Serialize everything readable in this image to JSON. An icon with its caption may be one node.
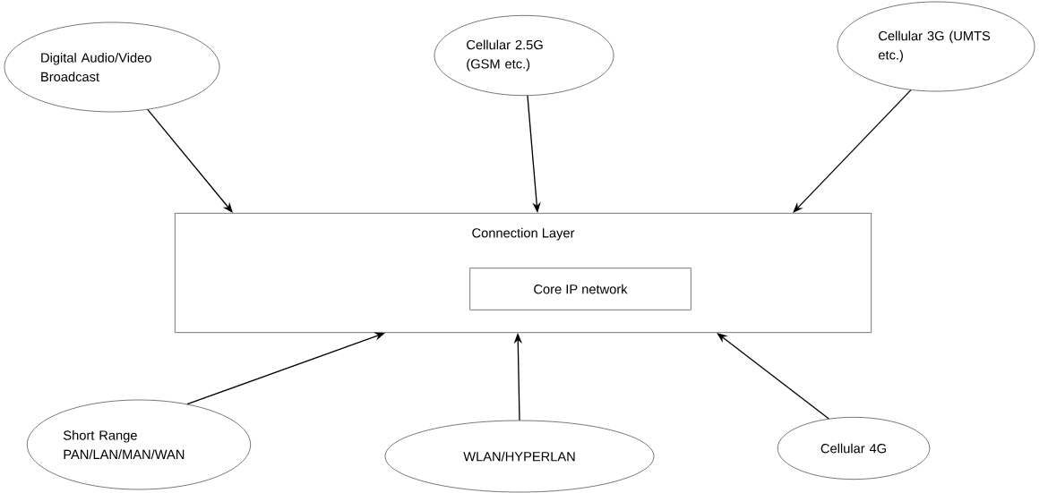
{
  "diagram": {
    "nodes": [
      {
        "text": [
          "Digital Audio/Video Broadcast"
        ]
      },
      {
        "text": [
          "Cellular 2.5G (GSM etc.)"
        ]
      },
      {
        "text": [
          "Cellular 3G (UMTS etc.)"
        ]
      },
      {
        "text": [
          "Connection Layer"
        ]
      },
      {
        "text": [
          "Core IP network"
        ],
        "in": 3
      },
      {
        "text": [
          "Short Range PAN/LAN/MAN/WAN"
        ]
      },
      {
        "text": [
          "WLAN/HYPERLAN"
        ]
      },
      {
        "text": [
          "Cellular 4G"
        ]
      }
    ],
    "edges": [
      {
        "from": 0,
        "to": 3,
        "arrow": "to"
      },
      {
        "from": 1,
        "to": 3,
        "arrow": "to"
      },
      {
        "from": 2,
        "to": 3,
        "arrow": "to"
      },
      {
        "from": 5,
        "to": 3,
        "arrow": "to"
      },
      {
        "from": 6,
        "to": 3,
        "arrow": "to"
      },
      {
        "from": 7,
        "to": 3,
        "arrow": "to"
      }
    ]
  }
}
